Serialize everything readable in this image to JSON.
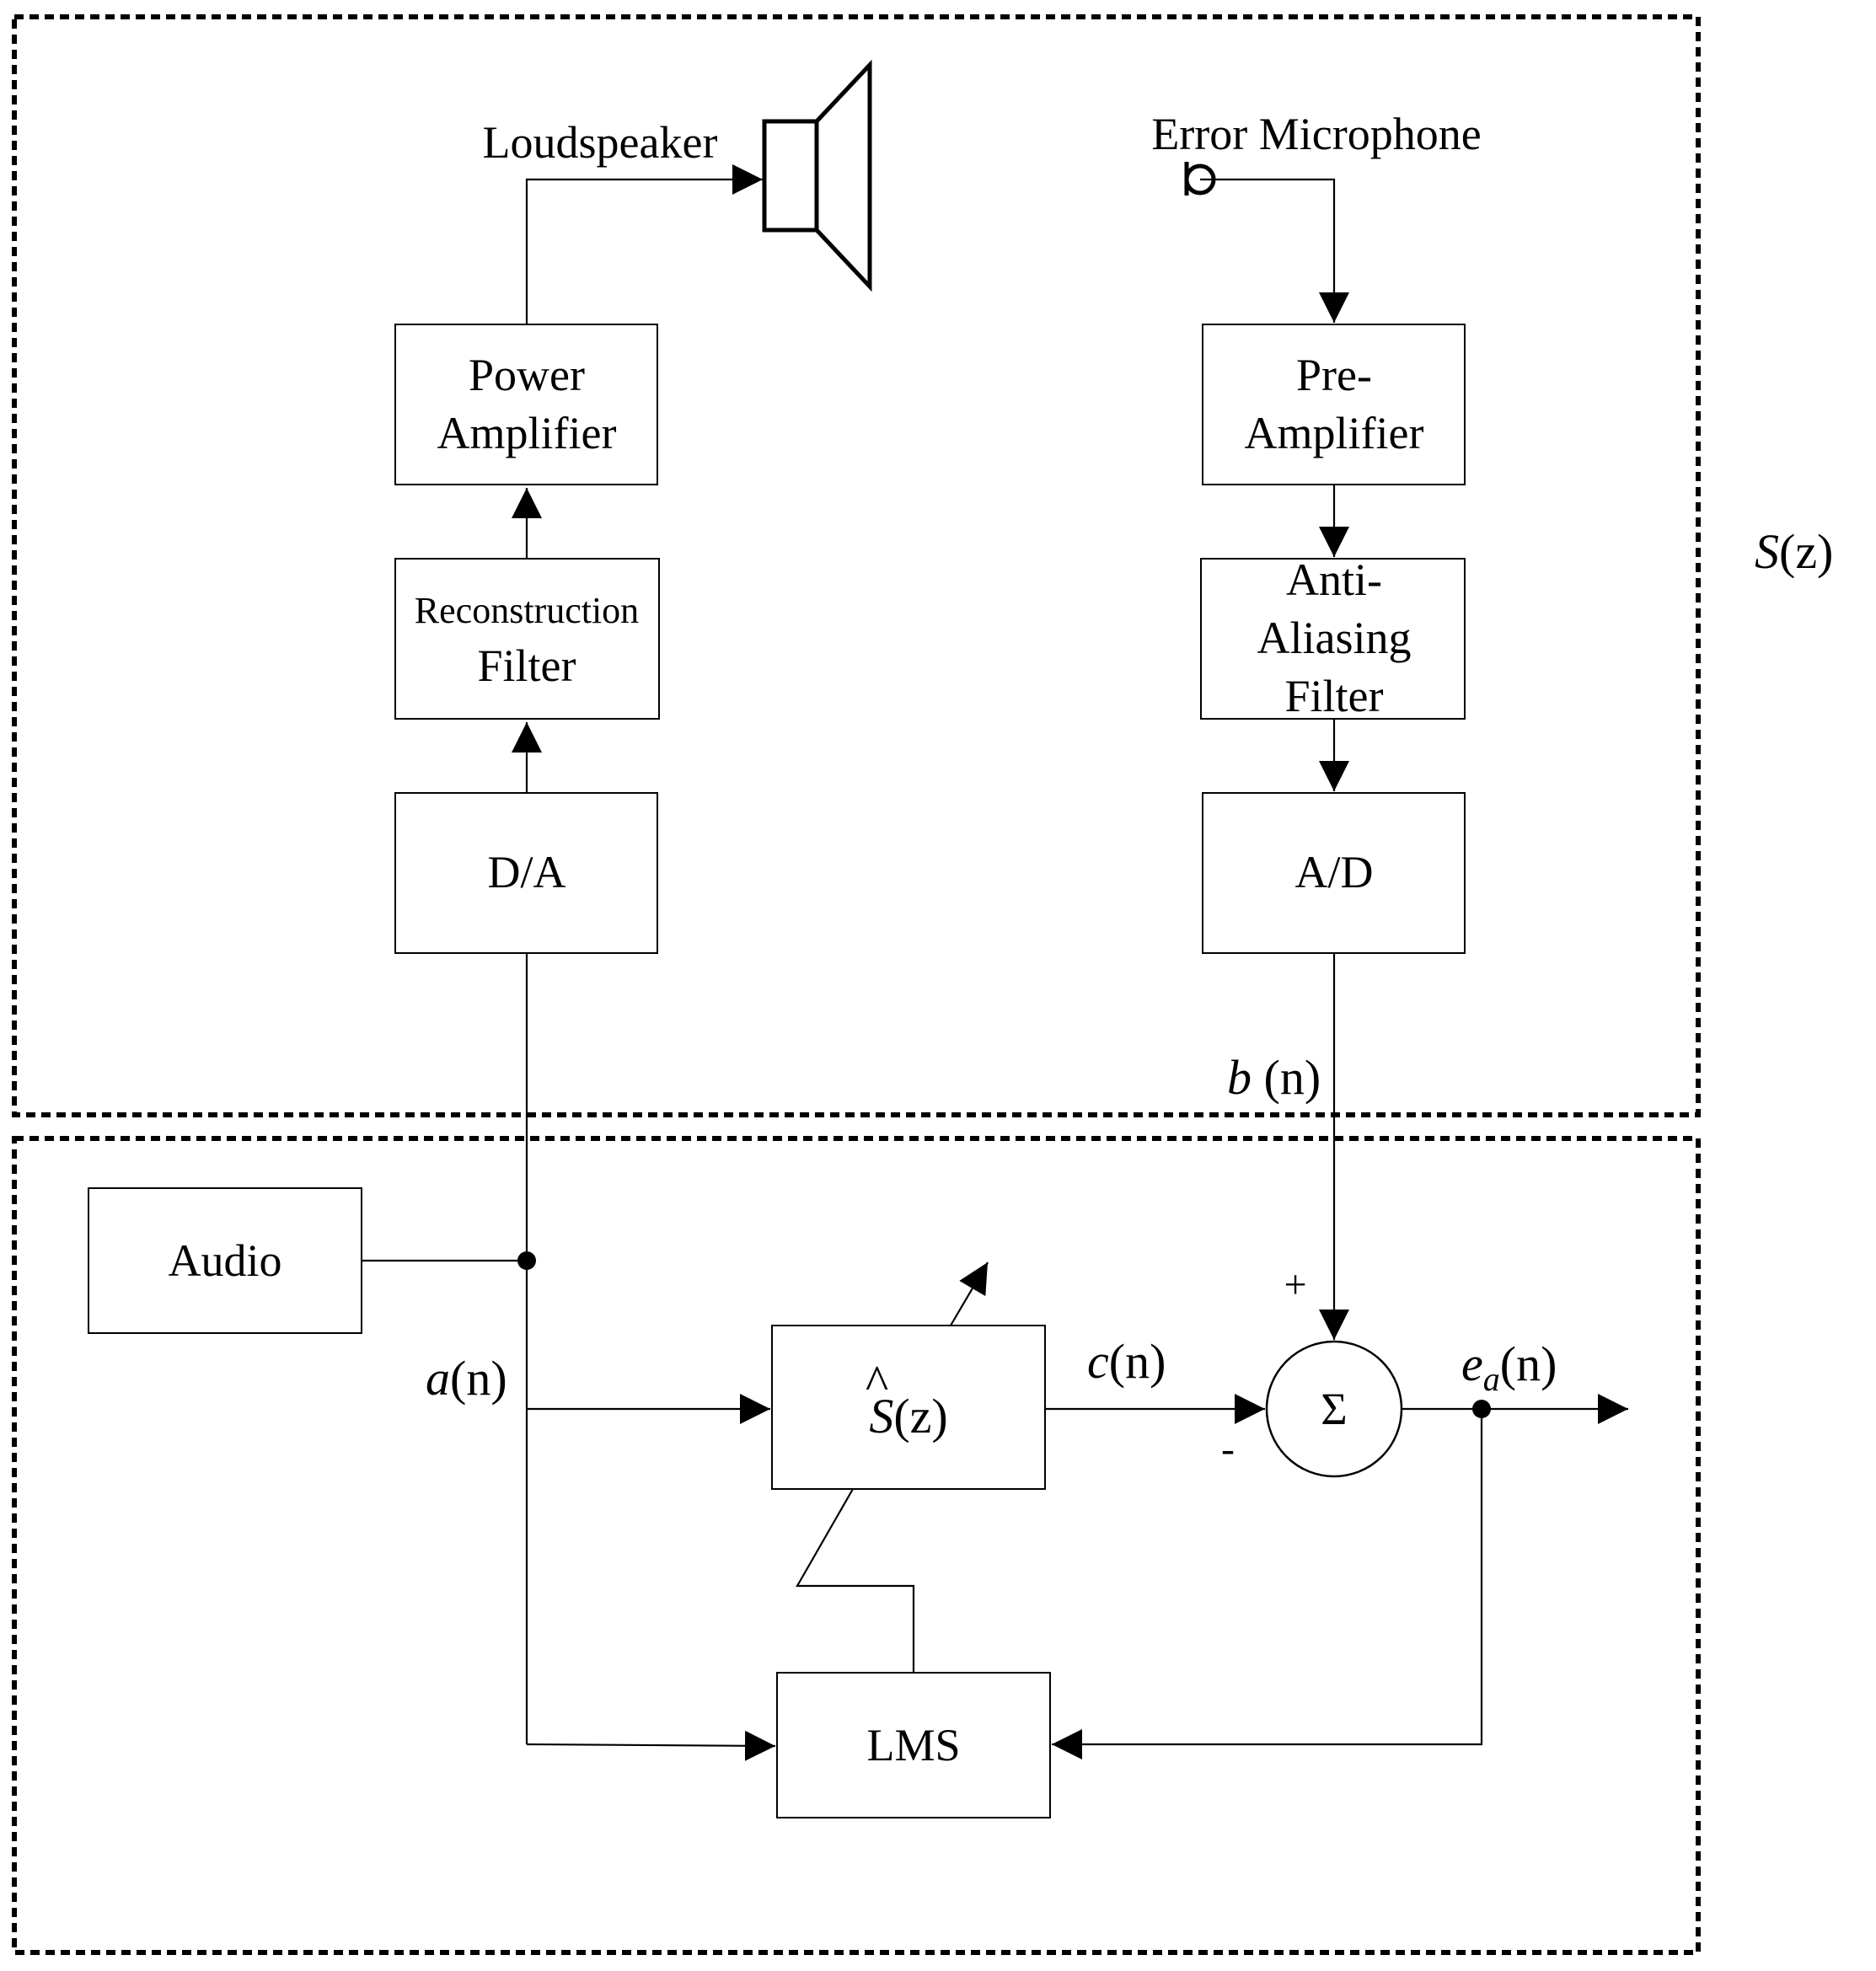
{
  "blocks": {
    "power_amplifier": [
      "Power",
      "Amplifier"
    ],
    "reconstruction_filter": [
      "Reconstruction",
      "Filter"
    ],
    "da": "D/A",
    "pre_amplifier": [
      "Pre-",
      "Amplifier"
    ],
    "anti_aliasing_filter": [
      "Anti-",
      "Aliasing",
      "Filter"
    ],
    "ad": "A/D",
    "audio": "Audio",
    "lms": "LMS",
    "s_hat": {
      "base": "S",
      "arg": "(z)",
      "hat": "^"
    },
    "sum": "Σ"
  },
  "labels": {
    "loudspeaker": "Loudspeaker",
    "error_microphone": "Error Microphone",
    "s_z": {
      "var": "S",
      "arg": "(z)"
    },
    "b_n": {
      "var": "b",
      "arg": " (n)"
    },
    "a_n": {
      "var": "a",
      "arg": "(n)"
    },
    "c_n": {
      "var": "c",
      "arg": "(n)"
    },
    "e_a_n": {
      "var": "e",
      "sub": "a",
      "arg": "(n)"
    },
    "plus": "+",
    "minus": "-"
  }
}
